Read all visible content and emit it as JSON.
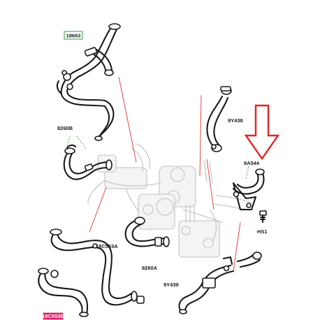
{
  "labels": {
    "p18663": "18663",
    "p8260B": "8260B",
    "p9Y438": "9Y438",
    "p8A544": "8A544",
    "p18C553A": "18C553A",
    "p8260A": "8260A",
    "p9Y439": "9Y439",
    "pHS1": "HS1",
    "p_highlight": "18C553B"
  },
  "colors": {
    "arrow": "#e02424",
    "leader": "#e03434",
    "highlight_box": "#e0236b",
    "label_border": "#2a9d3a"
  }
}
